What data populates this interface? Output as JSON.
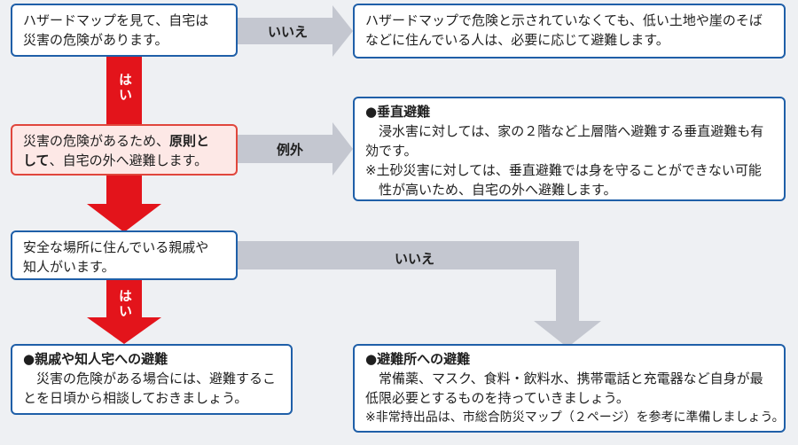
{
  "colors": {
    "box_border": "#1f5fa8",
    "highlight_fill": "#fde8e6",
    "highlight_border": "#e0463c",
    "red_arrow": "#e3141b",
    "gray_arrow": "#c4c7d0",
    "background": "#eef0f3"
  },
  "box1": {
    "lines": [
      "ハザードマップを見て、自宅は",
      "災害の危険があります。"
    ]
  },
  "box2": {
    "lines": [
      "ハザードマップで危険と示されていなくても、低い土地や崖のそば",
      "などに住んでいる人は、必要に応じて避難します。"
    ]
  },
  "box3": {
    "line1_a": "災害の危険があるため、",
    "line1_b": "原則と",
    "line2_a": "して",
    "line2_b": "、自宅の外へ避難します。"
  },
  "box4": {
    "bullet": "●",
    "title": "垂直避難",
    "lines": [
      "浸水害に対しては、家の２階など上層階へ避難する垂直避難も有",
      "効です。"
    ],
    "note_lines": [
      "※土砂災害に対しては、垂直避難では身を守ることができない可能",
      "性が高いため、自宅の外へ避難します。"
    ]
  },
  "box5": {
    "lines": [
      "安全な場所に住んでいる親戚や",
      "知人がいます。"
    ]
  },
  "box6": {
    "bullet": "●",
    "title": "親戚や知人宅への避難",
    "lines": [
      "災害の危険がある場合には、避難するこ",
      "とを日頃から相談しておきましょう。"
    ]
  },
  "box7": {
    "bullet": "●",
    "title": "避難所への避難",
    "lines": [
      "常備薬、マスク、食料・飲料水、携帯電話と充電器など自身が最",
      "低限必要とするものを持っていきましょう。"
    ],
    "note": "※非常持出品は、市総合防災マップ（２ページ）を参考に準備しましょう。"
  },
  "labels": {
    "no_top": "いいえ",
    "yes_top": "はい",
    "exception": "例外",
    "no_bottom": "いいえ",
    "yes_bottom": "はい"
  }
}
